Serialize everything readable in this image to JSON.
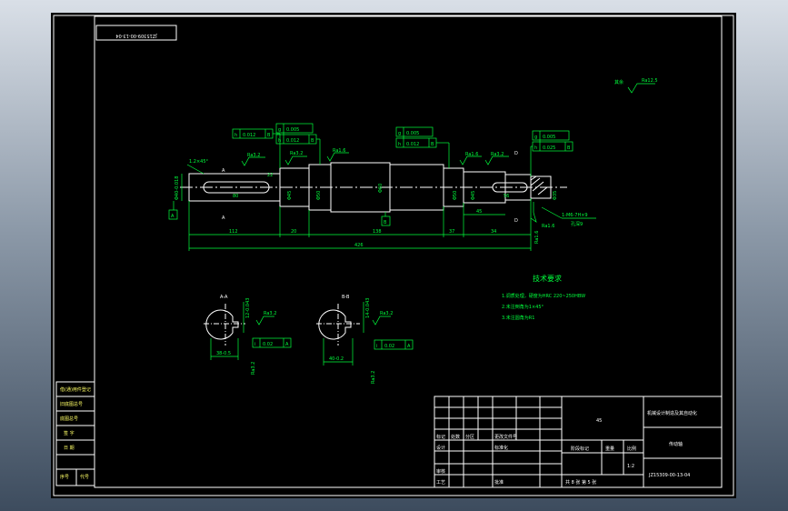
{
  "drawing_number": "JZ15309-00-13-04",
  "mirrored_number": "JZ15309-00-13-04",
  "surface_roughness_note": {
    "label": "其余",
    "value": "Ra12.5"
  },
  "main_view": {
    "chamfer": "1.2×45°",
    "left_end_dia": "Φ40-0.018",
    "datum_A_label": "A",
    "datum_B_label": "B",
    "section_A_label": "A",
    "section_D_label": "D",
    "keyway_left_len": "80",
    "keyway_right_len": "56",
    "dims": [
      "112",
      "20",
      "138",
      "37",
      "34",
      "45",
      "426",
      "22"
    ],
    "roughness": [
      "Ra3.2",
      "Ra3.2",
      "Ra1.6",
      "Ra1.6",
      "Ra3.2",
      "Ra1.6",
      "Ra1.6"
    ],
    "diameters": [
      "Φ45",
      "Φ50",
      "Φ60",
      "Φ50",
      "Φ45",
      "Φ35"
    ],
    "tolerance_frames": [
      {
        "sym": "h",
        "val": "0.012",
        "ref": "B"
      },
      {
        "sym": "g",
        "val": "0.005",
        "ref": ""
      },
      {
        "sym": "h",
        "val": "0.012",
        "ref": "B"
      },
      {
        "sym": "g",
        "val": "0.005",
        "ref": ""
      },
      {
        "sym": "h",
        "val": "0.012",
        "ref": "B"
      },
      {
        "sym": "g",
        "val": "0.005",
        "ref": ""
      },
      {
        "sym": "h",
        "val": "0.025",
        "ref": "B"
      }
    ],
    "thread_note": "1-M6-7H×9",
    "center_hole": "孔深9"
  },
  "tech_requirements": {
    "title": "技术要求",
    "items": [
      "1.调质处理，硬度为HRC 220~250HBW",
      "2.未注倒角为1×45°",
      "3.未注圆角为R1"
    ]
  },
  "sections": [
    {
      "label": "A-A",
      "width": "38-0.5",
      "ra": "Ra3.2",
      "ra2": "Ra3.2",
      "frame": {
        "sym": "i",
        "val": "0.02",
        "ref": "A"
      },
      "key_dim": "12-0.043"
    },
    {
      "label": "B-B",
      "width": "40-0.2",
      "ra": "Ra3.2",
      "ra2": "Ra3.2",
      "frame": {
        "sym": "i",
        "val": "0.02",
        "ref": "A"
      },
      "key_dim": "14-0.043"
    }
  ],
  "left_strip": [
    "借(通)用件登记",
    "旧底图总号",
    "底图总号",
    "签 字",
    "日 期",
    "序号",
    "代号"
  ],
  "title_block": {
    "material": "45",
    "company": "机械设计制造及其自动化",
    "part_name": "传动轴",
    "drawing_no": "JZ15309-00-13-04",
    "scale": "1:2",
    "stage_label": "阶段标记",
    "weight_label": "重量",
    "scale_label": "比例",
    "sheet_text": "共 8 张  第 5 张",
    "rows": [
      "标记",
      "处数",
      "分区",
      "更改文件号",
      "设计",
      "标准化",
      "审核",
      "工艺",
      "批准"
    ]
  },
  "colors": {
    "line": "#00ff3c",
    "outline": "#ffffff",
    "sheet": "#000000",
    "note": "#ffff66"
  }
}
